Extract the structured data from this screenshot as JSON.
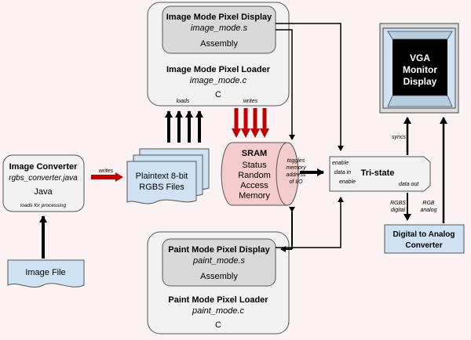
{
  "colors": {
    "background": "#fbf3f3",
    "module_fill": "#f2f2f2",
    "inner_fill": "#d9d9d9",
    "file_fill": "#cfe2f3",
    "sram_fill": "#f4cccc",
    "red_arrow": "#c00000",
    "black": "#000000"
  },
  "image_mode": {
    "display_title": "Image Mode Pixel Display",
    "display_file": "image_mode.s",
    "display_lang": "Assembly",
    "loader_title": "Image Mode Pixel Loader",
    "loader_file": "image_mode.c",
    "loader_lang": "C",
    "loads_label": "loads",
    "writes_label": "writes"
  },
  "paint_mode": {
    "display_title": "Paint Mode Pixel Display",
    "display_file": "paint_mode.s",
    "display_lang": "Assembly",
    "loader_title": "Paint Mode Pixel Loader",
    "loader_file": "paint_mode.c",
    "loader_lang": "C"
  },
  "converter": {
    "title": "Image Converter",
    "file": "rgbs_converter.java",
    "lang": "Java",
    "note": "loads for processing",
    "writes_label": "writes"
  },
  "image_file": {
    "label": "Image File"
  },
  "rgbs_files": {
    "line1": "Plaintext 8-bit",
    "line2": "RGBS Files"
  },
  "sram": {
    "title": "SRAM",
    "lines": [
      "Status",
      "Random",
      "Access",
      "Memory"
    ],
    "toggle_lines": [
      "toggles",
      "memory",
      "address",
      "of I/O"
    ]
  },
  "tristate": {
    "title": "Tri-state",
    "enable_top": "enable",
    "data_in": "data in",
    "enable_bottom": "enable",
    "data_out": "data out"
  },
  "vga": {
    "lines": [
      "VGA",
      "Monitor",
      "Display"
    ],
    "syncs_label": "syncs"
  },
  "dac": {
    "line1": "Digital to Analog",
    "line2": "Converter",
    "rgbs_label": [
      "RGBS",
      "digital"
    ],
    "rgb_label": [
      "RGB",
      "analog"
    ]
  }
}
